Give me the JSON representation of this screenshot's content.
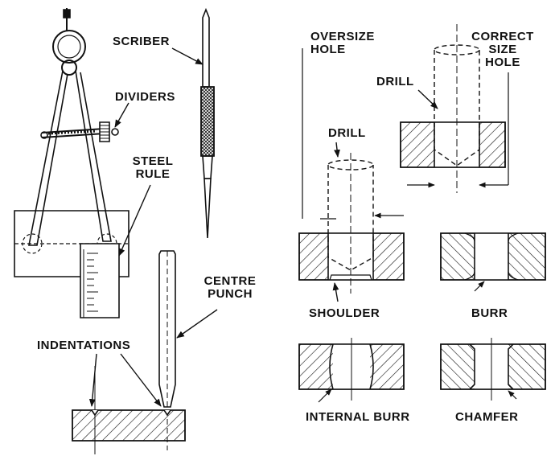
{
  "labels": {
    "scriber": "SCRIBER",
    "dividers": "DIVIDERS",
    "steel_rule_1": "STEEL",
    "steel_rule_2": "RULE",
    "centre_punch_1": "CENTRE",
    "centre_punch_2": "PUNCH",
    "indentations": "INDENTATIONS",
    "oversize_hole_1": "OVERSIZE",
    "oversize_hole_2": "HOLE",
    "correct_size_hole_1": "CORRECT",
    "correct_size_hole_2": "SIZE",
    "correct_size_hole_3": "HOLE",
    "drill_top": "DRILL",
    "drill_left": "DRILL",
    "shoulder": "SHOULDER",
    "burr": "BURR",
    "internal_burr": "INTERNAL BURR",
    "chamfer": "CHAMFER"
  },
  "colors": {
    "ink": "#111111",
    "paper": "#ffffff"
  }
}
